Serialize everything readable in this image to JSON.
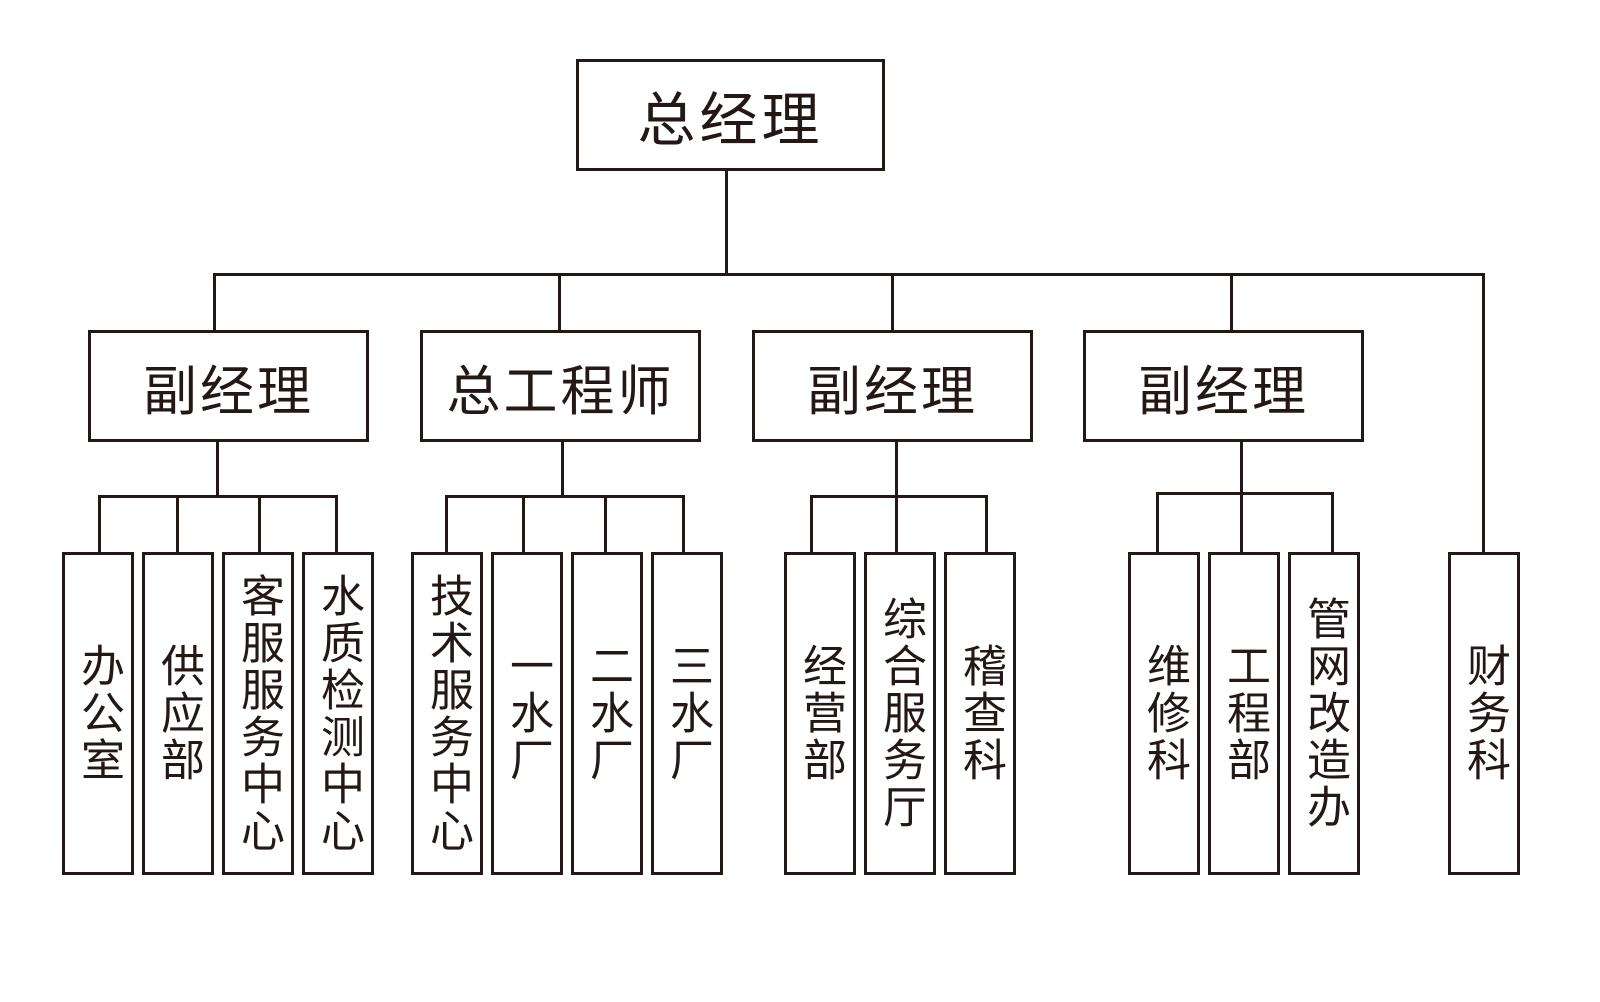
{
  "org_chart": {
    "root": "总经理",
    "level2": [
      "副经理",
      "总工程师",
      "副经理",
      "副经理"
    ],
    "groups": [
      [
        "办公室",
        "供应部",
        "客服服务中心",
        "水质检测中心"
      ],
      [
        "技术服务中心",
        "一水厂",
        "二水厂",
        "三水厂"
      ],
      [
        "经营部",
        "综合服务厅",
        "稽查科"
      ],
      [
        "维修科",
        "工程部",
        "管网改造办"
      ]
    ],
    "direct_report": "财务科"
  },
  "colors": {
    "line": "#231815",
    "background": "#ffffff"
  }
}
